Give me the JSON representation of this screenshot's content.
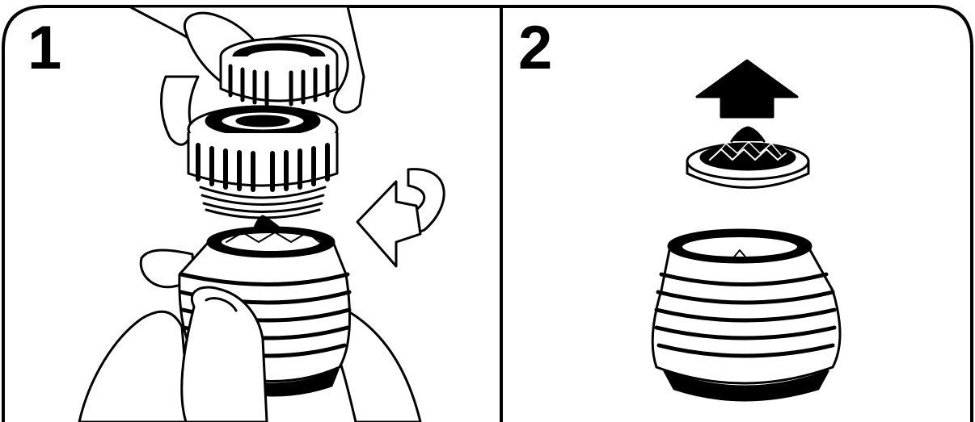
{
  "steps": [
    {
      "number": "1",
      "illustration": "unscrew-aerator-housing-from-aerator-body"
    },
    {
      "number": "2",
      "illustration": "remove-aerator-insert-from-housing"
    }
  ],
  "colors": {
    "line": "#000000",
    "fill": "#ffffff"
  },
  "icons": {
    "rotate": "counterclockwise-rotate-arrow-icon",
    "up": "up-arrow-icon"
  }
}
